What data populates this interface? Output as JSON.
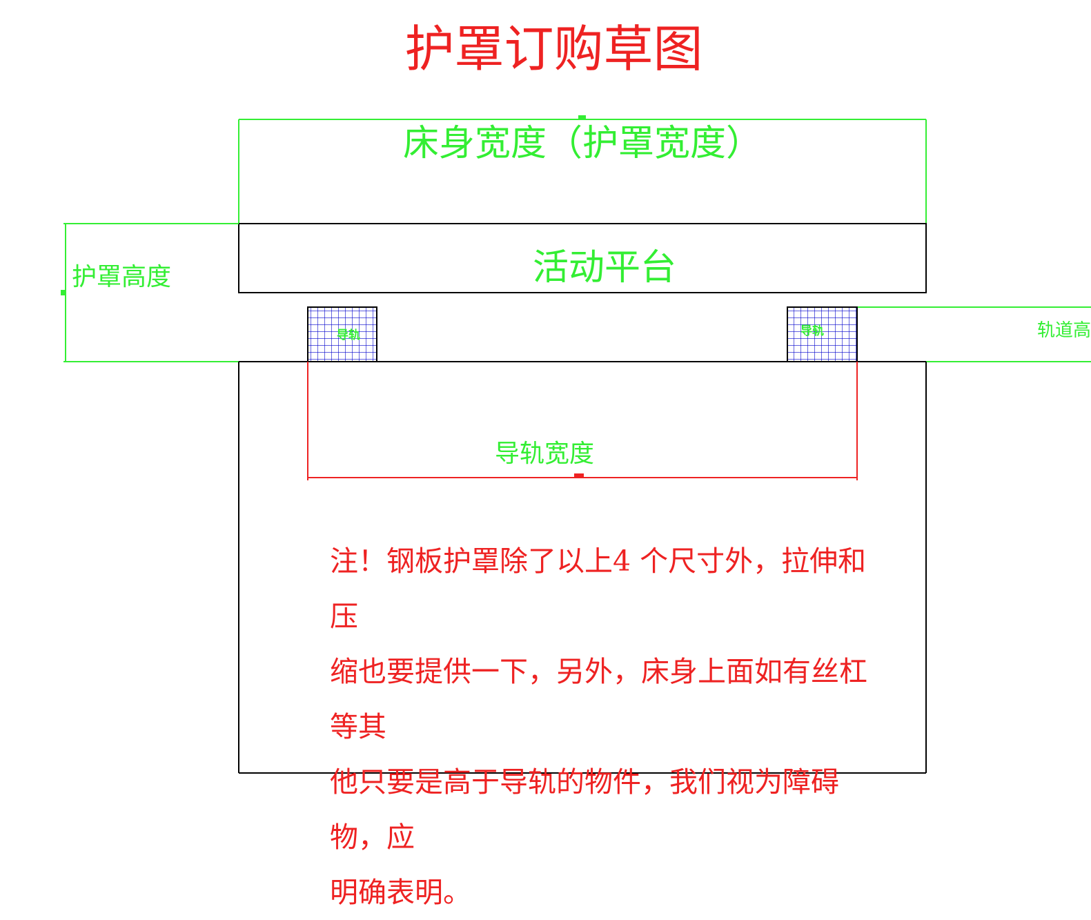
{
  "title": "护罩订购草图",
  "labels": {
    "bed_width": "床身宽度（护罩宽度）",
    "platform": "活动平台",
    "cover_height": "护罩高度",
    "rail_height": "轨道高",
    "rail_left": "导轨",
    "rail_right": "导轨",
    "rail_width": "导轨宽度"
  },
  "note": "注！钢板护罩除了以上4 个尺寸外，拉伸和压\n缩也要提供一下，另外，床身上面如有丝杠等其\n他只要是高于导轨的物件，我们视为障碍物，应\n明确表明。",
  "colors": {
    "dimension": "#33ee33",
    "outline": "#000000",
    "red": "#ee2222",
    "rail_grid": "#0000cc",
    "background": "#ffffff"
  }
}
